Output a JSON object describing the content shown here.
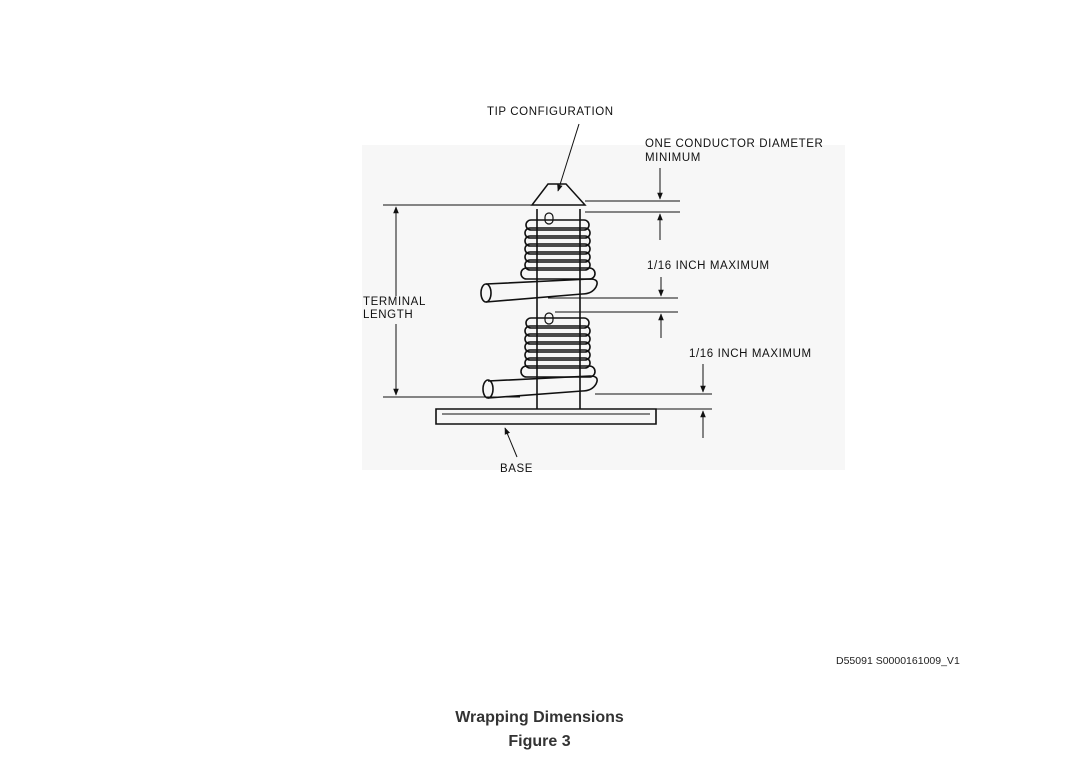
{
  "labels": {
    "tip_configuration": "TIP CONFIGURATION",
    "conductor_line1": "ONE CONDUCTOR DIAMETER",
    "conductor_line2": "MINIMUM",
    "sixteenth_upper": "1/16 INCH MAXIMUM",
    "sixteenth_lower": "1/16 INCH MAXIMUM",
    "terminal_line1": "TERMINAL",
    "terminal_line2": "LENGTH",
    "base": "BASE"
  },
  "document_id": "D55091 S0000161009_V1",
  "caption": {
    "title": "Wrapping Dimensions",
    "figure": "Figure 3"
  },
  "colors": {
    "ink": "#111111",
    "drawing_background": "#f7f7f7"
  }
}
